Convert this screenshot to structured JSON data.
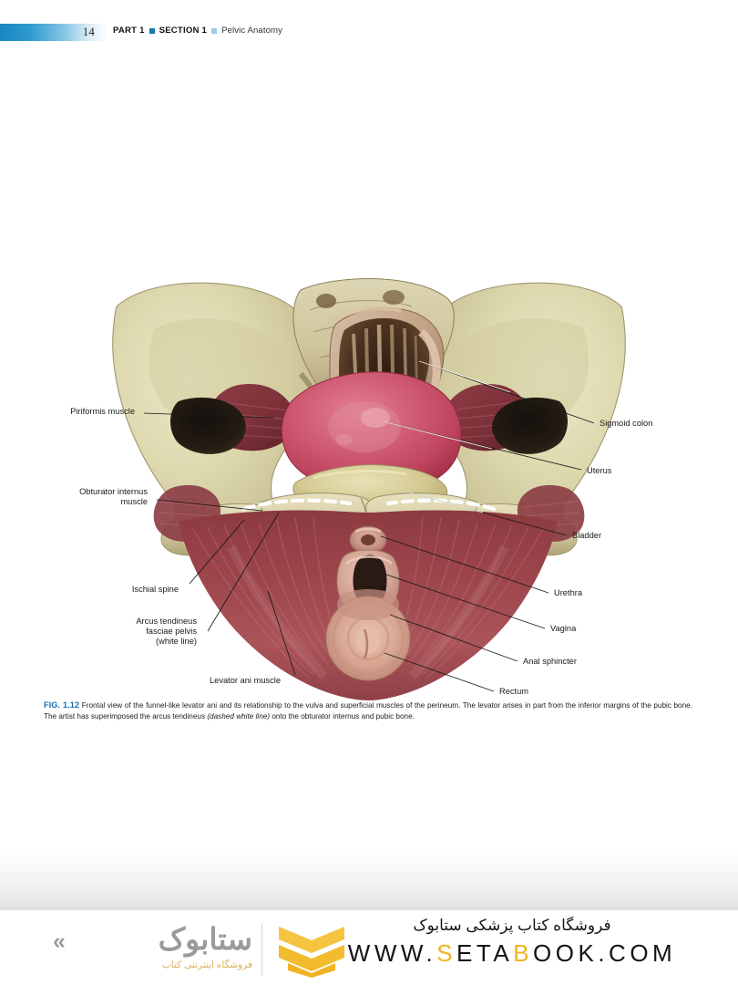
{
  "header": {
    "page_number": "14",
    "part_label": "PART 1",
    "section_label": "SECTION 1",
    "subject_label": "Pelvic Anatomy",
    "bullet_dark_color": "#1878b4",
    "bullet_light_color": "#9ccbe6",
    "bar_gradient_from": "#1787c0",
    "bar_gradient_to": "#ffffff"
  },
  "figure": {
    "alt": "Frontal view of the female bony pelvis with levator ani, uterus, bladder, vagina, urethra and rectum",
    "labels_left": [
      {
        "id": "piriformis-muscle",
        "text": "Piriformis muscle"
      },
      {
        "id": "obturator-internus-muscle",
        "text": "Obturator internus\nmuscle"
      },
      {
        "id": "ischial-spine",
        "text": "Ischial spine"
      },
      {
        "id": "arcus-tendineus",
        "text": "Arcus tendineus\nfasciae pelvis\n(white line)"
      },
      {
        "id": "levator-ani-muscle",
        "text": "Levator ani muscle"
      }
    ],
    "labels_right": [
      {
        "id": "sigmoid-colon",
        "text": "Sigmoid colon"
      },
      {
        "id": "uterus",
        "text": "Uterus"
      },
      {
        "id": "bladder",
        "text": "Bladder"
      },
      {
        "id": "urethra",
        "text": "Urethra"
      },
      {
        "id": "vagina",
        "text": "Vagina"
      },
      {
        "id": "anal-sphincter",
        "text": "Anal sphincter"
      },
      {
        "id": "rectum",
        "text": "Rectum"
      }
    ]
  },
  "caption": {
    "fig_number": "FIG. 1.12",
    "text_part1": " Frontal view of the funnel-like levator ani and its relationship to the vulva and superficial muscles of the perineum. The levator arises in part from the inferior margins of the pubic bone. The artist has superimposed the arcus tendineus ",
    "text_italic": "(dashed white line)",
    "text_part2": " onto the obturator internus and pubic bone.",
    "accent_color": "#1171b4"
  },
  "footer": {
    "logo_wordmark": "ستابوک",
    "logo_tagline": "فروشگاه اینترنتی کتاب",
    "brand_persian": "فروشگاه کتاب پزشکی ستابوک",
    "url_prefix": "WWW.",
    "url_s": "S",
    "url_eta": "ETA",
    "url_b": "B",
    "url_suffix": "OOK.COM",
    "gold_color": "#f0b323",
    "gray_color": "#9a9a9a"
  }
}
